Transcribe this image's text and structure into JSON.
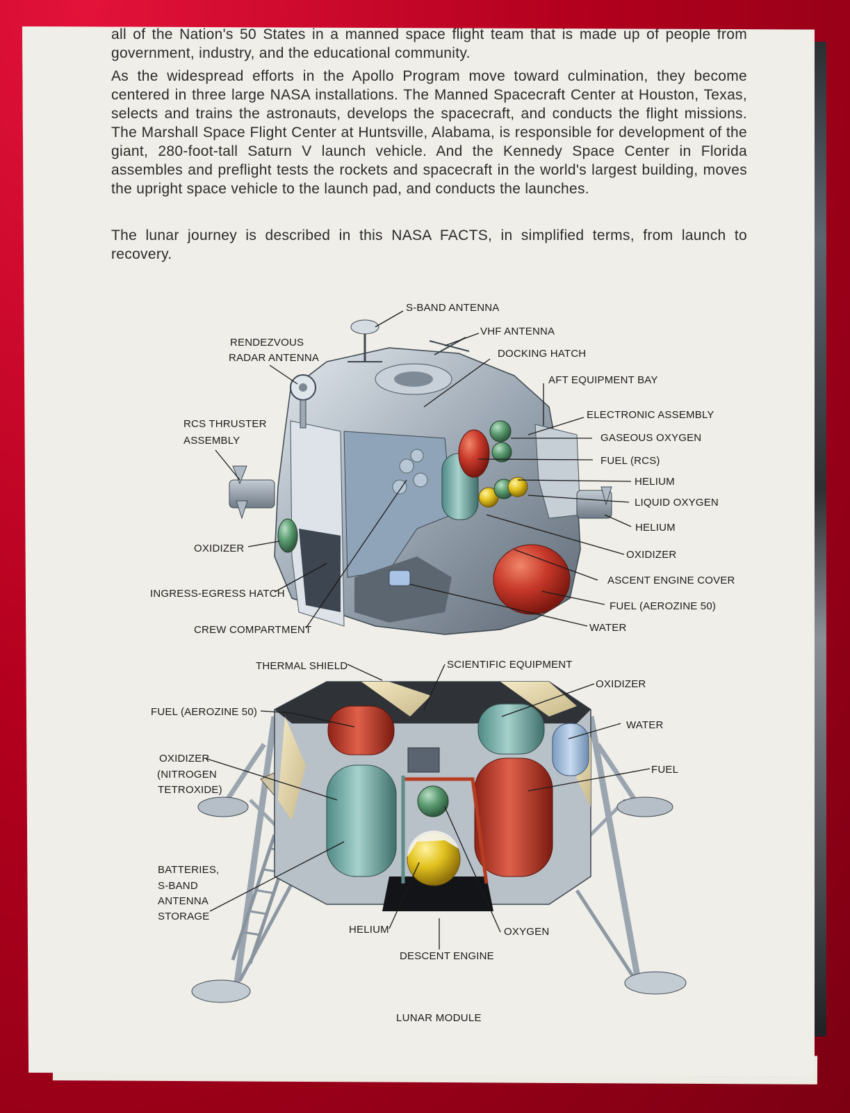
{
  "paragraphs": [
    "all of the Nation's 50 States in a manned space flight team that is made up of people from government, industry, and the educational community.",
    "As the widespread efforts in the Apollo Program move toward culmination, they become centered in three large NASA installations. The Manned Spacecraft Center at Houston, Texas, selects and trains the astronauts, develops the spacecraft, and conducts the flight missions. The Marshall Space Flight Center at Huntsville, Alabama, is responsible for development of the giant, 280-foot-tall Saturn V launch vehicle. And the Kennedy Space Center in Florida assembles and preflight tests the rockets and spacecraft in the world's largest building, moves the upright space vehicle to the launch pad, and conducts the launches.",
    "The lunar journey is described in this NASA FACTS, in simplified terms, from launch to recovery."
  ],
  "ascent_labels": {
    "s_band_antenna": "S-BAND ANTENNA",
    "vhf_antenna": "VHF ANTENNA",
    "rendezvous_1": "RENDEZVOUS",
    "rendezvous_2": "RADAR ANTENNA",
    "docking_hatch": "DOCKING HATCH",
    "aft_equipment_bay": "AFT EQUIPMENT BAY",
    "electronic_assembly": "ELECTRONIC ASSEMBLY",
    "gaseous_oxygen": "GASEOUS OXYGEN",
    "fuel_rcs": "FUEL (RCS)",
    "helium_1": "HELIUM",
    "liquid_oxygen": "LIQUID OXYGEN",
    "helium_2": "HELIUM",
    "oxidizer_right": "OXIDIZER",
    "ascent_engine_cover": "ASCENT ENGINE COVER",
    "fuel_aerozine_right": "FUEL (AEROZINE 50)",
    "water": "WATER",
    "rcs_1": "RCS THRUSTER",
    "rcs_2": "ASSEMBLY",
    "oxidizer_left": "OXIDIZER",
    "ingress_egress_hatch": "INGRESS-EGRESS HATCH",
    "crew_compartment": "CREW COMPARTMENT"
  },
  "descent_labels": {
    "thermal_shield": "THERMAL SHIELD",
    "scientific_equipment": "SCIENTIFIC EQUIPMENT",
    "oxidizer_top": "OXIDIZER",
    "water": "WATER",
    "fuel": "FUEL",
    "fuel_aerozine_left": "FUEL (AEROZINE 50)",
    "oxidizer_1": "OXIDIZER",
    "oxidizer_2": "(NITROGEN",
    "oxidizer_3": "TETROXIDE)",
    "batteries_1": "BATTERIES,",
    "batteries_2": "S-BAND",
    "batteries_3": "ANTENNA",
    "batteries_4": "STORAGE",
    "helium": "HELIUM",
    "oxygen": "OXYGEN",
    "descent_engine": "DESCENT ENGINE"
  },
  "caption": "LUNAR MODULE"
}
